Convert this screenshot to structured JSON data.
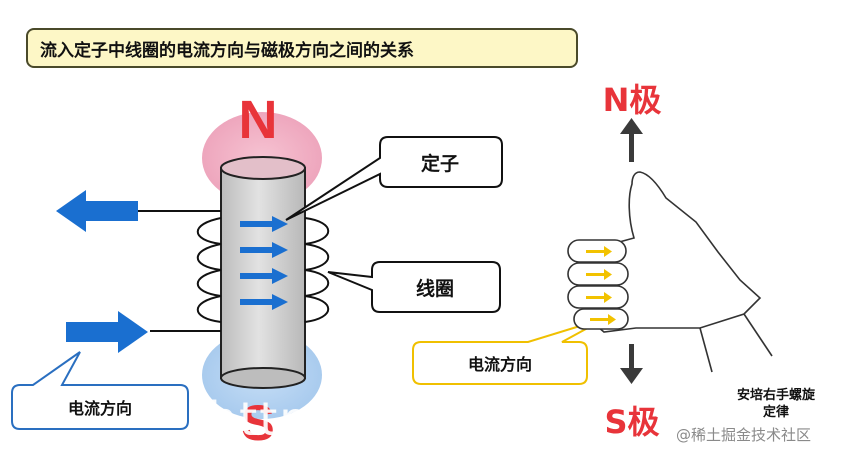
{
  "title": "流入定子中线圈的电流方向与磁极方向之间的关系",
  "poles": {
    "north_left": "N",
    "south_left": "S",
    "north_right": "N极",
    "south_right": "S极"
  },
  "labels": {
    "stator": "定子",
    "coil": "线圈",
    "current_left": "电流方向",
    "current_right": "电流方向",
    "rule_line1": "安培右手螺旋",
    "rule_line2": "定律"
  },
  "watermark": {
    "right": "@稀土掘金技术社区",
    "url": "https:"
  },
  "colors": {
    "pole_red": "#e8343a",
    "north_glow": "#f1aabd",
    "south_glow": "#a8ccef",
    "arrow_blue": "#1a6fd0",
    "arrow_yellow": "#f2c200",
    "cylinder": "#d2d2d2",
    "title_bg": "#fdf7c6"
  },
  "icons": [
    "blue-arrow-left-icon",
    "blue-arrow-right-icon",
    "current-arrow-icon",
    "right-hand-icon",
    "arrow-up-icon",
    "arrow-down-icon"
  ]
}
